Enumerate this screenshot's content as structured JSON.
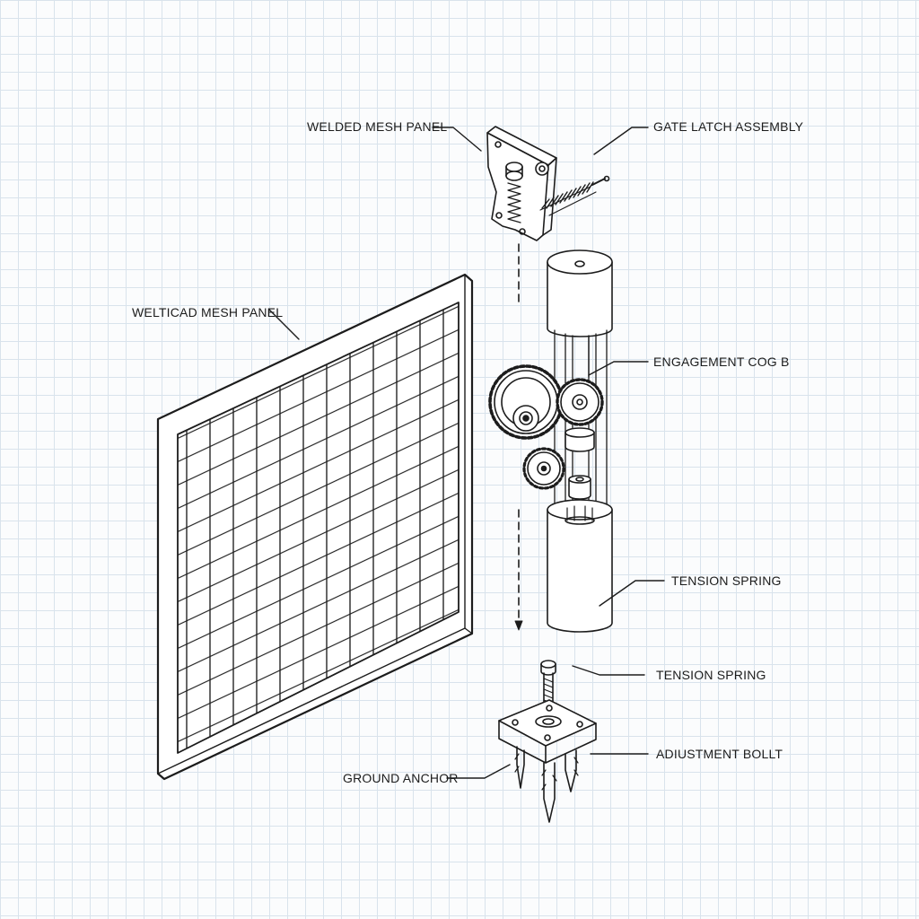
{
  "callouts": {
    "welded_mesh_panel_top": "WELDED MESH PANEL",
    "gate_latch_assembly": "GATE LATCH ASSEMBLY",
    "mesh_panel_left": "WELTICAD MESH PANEL",
    "engagement_cog": "ENGAGEMENT COG B",
    "tension_spring_upper": "TENSION SPRING",
    "tension_spring_lower": "TENSION SPRING",
    "adjustment_bolt": "ADIUSTMENT BOLLT",
    "ground_anchor": "GROUND ANCHOR"
  },
  "colors": {
    "background": "#fbfcfd",
    "grid": "#d9e3ec",
    "line": "#1c1c1c"
  }
}
